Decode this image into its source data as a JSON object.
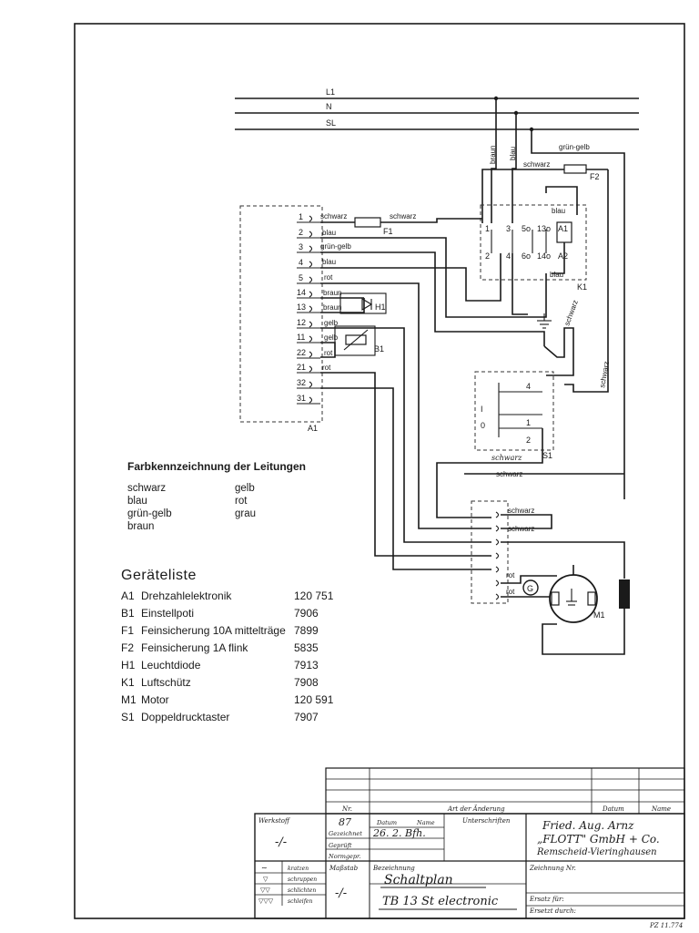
{
  "diagram": {
    "rails": [
      "L1",
      "N",
      "SL"
    ],
    "terminal_numbers": [
      "1",
      "2",
      "3",
      "4",
      "5",
      "14",
      "13",
      "12",
      "11",
      "22",
      "21",
      "32",
      "31"
    ],
    "wire_labels": {
      "t1": "schwarz",
      "t1b": "schwarz",
      "t2": "blau",
      "t3": "grün-gelb",
      "t4": "blau",
      "t5": "rot",
      "t14": "braun",
      "t13": "braun",
      "t12": "gelb",
      "t11": "gelb",
      "t22": "rot",
      "t21": "rot",
      "braun_v": "braun",
      "blau_v": "blau",
      "gruen_gelb_top": "grün-gelb",
      "schwarz_top": "schwarz",
      "k1_blau_top": "blau",
      "k1_blau_bottom": "blau",
      "schwarz_v1": "schwarz",
      "schwarz_v2": "schwarz",
      "s1_schwarz": "schwarz",
      "schwarz_mid": "schwarz",
      "m_schwarz1": "schwarz",
      "m_schwarz2": "schwarz",
      "m_rot1": "rot",
      "m_rot2": "rot"
    },
    "component_labels": {
      "F1": "F1",
      "F2": "F2",
      "H1": "H1",
      "B1": "B1",
      "K1": "K1",
      "S1": "S1",
      "A1": "A1",
      "M1": "M1",
      "G": "G",
      "k1_pins": [
        "1",
        "3",
        "5o",
        "13o",
        "A1",
        "2",
        "4",
        "6o",
        "14o",
        "A2"
      ],
      "s1_pins": [
        "4",
        "1",
        "2"
      ],
      "s1_I": "I",
      "s1_0": "0"
    }
  },
  "legend": {
    "title": "Farbkennzeichnung der Leitungen",
    "col1": [
      "schwarz",
      "blau",
      "grün-gelb",
      "braun"
    ],
    "col2": [
      "gelb",
      "rot",
      "grau"
    ]
  },
  "parts": {
    "title": "Geräteliste",
    "items": [
      {
        "code": "A1",
        "name": "Drehzahlelektronik",
        "number": "120 751"
      },
      {
        "code": "B1",
        "name": "Einstellpoti",
        "number": "7906"
      },
      {
        "code": "F1",
        "name": "Feinsicherung 10A mittelträge",
        "number": "7899"
      },
      {
        "code": "F2",
        "name": "Feinsicherung 1A flink",
        "number": "5835"
      },
      {
        "code": "H1",
        "name": "Leuchtdiode",
        "number": "7913"
      },
      {
        "code": "K1",
        "name": "Luftschütz",
        "number": "7908"
      },
      {
        "code": "M1",
        "name": "Motor",
        "number": "120 591"
      },
      {
        "code": "S1",
        "name": "Doppeldrucktaster",
        "number": "7907"
      }
    ]
  },
  "title_block": {
    "rev_nr": "Nr.",
    "rev_art": "Art der Änderung",
    "rev_datum": "Datum",
    "rev_name": "Name",
    "werkstoff": "Werkstoff",
    "werkstoff_val": "-/-",
    "year": "87",
    "datum_lbl": "Datum",
    "name_lbl": "Name",
    "gezeichnet": "Gezeichnet",
    "gezeichnet_val": "26. 2. Bfh.",
    "geprueft": "Geprüft",
    "normgepr": "Normgepr.",
    "unterschriften": "Unterschriften",
    "company1": "Fried. Aug. Arnz",
    "company2": "„FLOTT\" GmbH + Co.",
    "company3": "Remscheid-Vieringhausen",
    "surface": [
      "kratzen",
      "schruppen",
      "schlichten",
      "schleifen"
    ],
    "massstab": "Maßstab",
    "massstab_val": "-/-",
    "bezeichnung": "Bezeichnung",
    "bez_val1": "Schaltplan",
    "bez_val2": "TB 13 St electronic",
    "zeichnung_nr": "Zeichnung Nr.",
    "ersatz_fuer": "Ersatz für:",
    "ersetzt_durch": "Ersetzt durch:",
    "form": "PZ 11.774"
  }
}
